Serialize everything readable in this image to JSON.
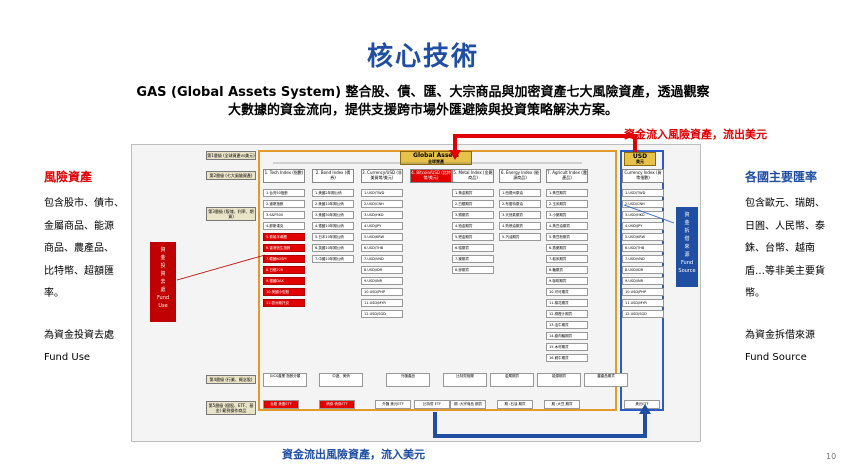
{
  "title": "核心技術",
  "subtitle_line1": "GAS (Global Assets System) 整合股、債、匯、大宗商品與加密資產七大風險資產，透過觀察",
  "subtitle_line2": "大數據的資金流向，提供支援跨市場外匯避險與投資策略解決方案。",
  "inflow_label": "資金流入風險資產，流出美元",
  "outflow_label": "資金流出風險資產，流入美元",
  "page_number": "10",
  "left_panel": {
    "title": "風險資產",
    "lines": [
      "包含股市、債市、",
      "金屬商品、能源",
      "商品、農產品、",
      "比特幣、超額匯",
      "率。"
    ],
    "foot_lines": [
      "為資金投資去處",
      "Fund Use"
    ]
  },
  "right_panel": {
    "title": "各國主要匯率",
    "lines": [
      "包含歐元、瑞朗、",
      "日圓、人民幣、泰",
      "銖、台幣、越南",
      "盾…等非美主要貨",
      "幣。"
    ],
    "foot_lines": [
      "為資金拆借來源",
      "Fund Source"
    ]
  },
  "diagram": {
    "tier_labels": [
      "第1層級 (全球資產vs美元)",
      "第2層級 (七大風險資產)",
      "第3層級 (版塊、利率、期貨)",
      "第4層級 (行業、概念股)",
      "第5層級 (個股、ETF、基金) 範例操作商品"
    ],
    "global_assets": {
      "title": "Global Assets",
      "sub": "全球資產"
    },
    "usd": {
      "title": "USD",
      "sub": "美元"
    },
    "fund_use": [
      "資",
      "金",
      "投",
      "資",
      "去",
      "處",
      "Fund",
      "Use"
    ],
    "fund_source": [
      "資",
      "金",
      "拆",
      "借",
      "來",
      "源",
      "Fund",
      "Source"
    ],
    "columns": [
      {
        "head": "1. Tech Index (指數)",
        "red": false,
        "items": [
          "1.台灣50指數",
          "2.道瓊指數",
          "3.S&P500",
          "4.那斯達克",
          "5.費城半導體",
          "6.香港恆生指數",
          "7.韓國KOSPI",
          "8.日經225",
          "9.德國DAX",
          "10.美國小型股",
          "11.歐洲斯托克"
        ],
        "red_from": 4
      },
      {
        "head": "2. Bond Index (債券)",
        "red": false,
        "items": [
          "1.美國2年期公債",
          "2.美國10年期公債",
          "3.美國30年期公債",
          "4.德國10年期公債",
          "5.日本10年期公債",
          "6.英國10年期公債",
          "7.中國10年期公債"
        ],
        "red_from": 99
      },
      {
        "head": "3. Currency/USD (非美貨幣/美元)",
        "red": false,
        "items": [
          "1.USD/TWD",
          "2.USD/CNH",
          "3.USD/HKD",
          "4.USD/JPY",
          "5.USD/KRW",
          "6.USD/THB",
          "7.USD/VND",
          "8.USD/IDR",
          "9.USD/INR",
          "10.USD/PHP",
          "11.USD/MYR",
          "12.USD/SGD"
        ],
        "red_from": 99
      },
      {
        "head": "4. Bitcoin/USD (比特幣/美元)",
        "red": true,
        "items": [],
        "red_from": 99
      },
      {
        "head": "5. Metal Index (金屬商品)",
        "red": false,
        "items": [
          "1.黃金期貨",
          "2.白銀期貨",
          "3.銅期貨",
          "4.鉑金期貨",
          "5.鈀金期貨",
          "6.鋁期貨",
          "7.鎳期貨",
          "8.鋅期貨"
        ],
        "red_from": 99
      },
      {
        "head": "6. Energy Index (能源商品)",
        "red": false,
        "items": [
          "1.西德州原油",
          "2.布蘭特原油",
          "3.天然氣期貨",
          "4.熱燃油期貨",
          "5.汽油期貨"
        ],
        "red_from": 99
      },
      {
        "head": "7. Agricult Index (農產品)",
        "red": false,
        "items": [
          "1.黃豆期貨",
          "2.玉米期貨",
          "3.小麥期貨",
          "4.黃豆油期貨",
          "5.黃豆粉期貨",
          "6.燕麥期貨",
          "7.稻米期貨",
          "8.糖期貨",
          "9.咖啡期貨",
          "10.可可期貨",
          "11.棉花期貨",
          "12.柳橙汁期貨",
          "13.活牛期貨",
          "14.瘦肉豬期貨",
          "15.木材期貨",
          "16.飼牛期貨"
        ],
        "red_from": 99
      },
      {
        "head": "Currency Index (貨幣指數)",
        "red": false,
        "items": [
          "1.USD/TWD",
          "2.USD/CNH",
          "3.USD/HKD",
          "4.USD/JPY",
          "5.USD/KRW",
          "6.USD/THB",
          "7.USD/VND",
          "8.USD/IDR",
          "9.USD/INR",
          "10.USD/PHP",
          "11.USD/MYR",
          "12.USD/SGD"
        ],
        "red_from": 99
      }
    ],
    "tier4": [
      "GICS產業 指數分類",
      "中遊、美債",
      "外匯產品",
      "比特幣相關",
      "金屬期貨",
      "能源期貨",
      "農產品期貨"
    ],
    "tier5": [
      "台股 美股ETF",
      "債券 債券ETF",
      "外匯 美元ETF",
      "比特幣 ETF",
      "期 :大宗商品 期貨",
      "期 :石油 期貨",
      "期 :大豆 期貨",
      "美元ETF"
    ]
  }
}
